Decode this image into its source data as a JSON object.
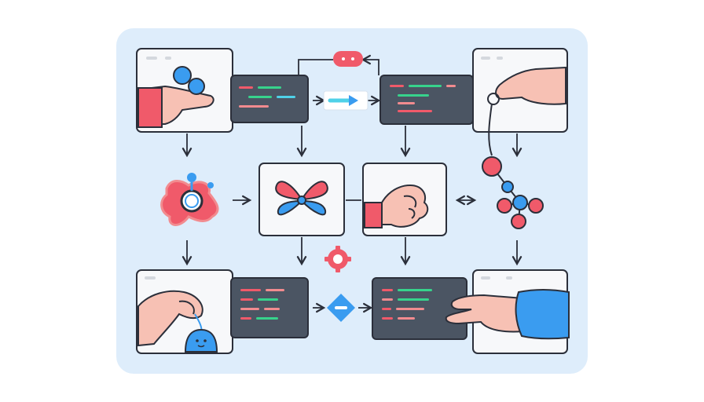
{
  "diagram": {
    "panel_color": "#deedfb",
    "colors": {
      "outline": "#2b2f3a",
      "card": "#f7f8fa",
      "code_bg": "#4b5563",
      "red": "#f05a6a",
      "pink": "#f28b8f",
      "blue": "#3a9cf0",
      "cyan": "#4fd1e8",
      "green": "#37d38c",
      "skin": "#f7c1b4"
    },
    "nodes": [
      {
        "id": "hand-holding-balls",
        "icon": "hand-holding-balls-icon",
        "kind": "window-card"
      },
      {
        "id": "code-block-1",
        "icon": "code-snippet-icon",
        "kind": "code-panel"
      },
      {
        "id": "code-block-2",
        "icon": "code-snippet-icon",
        "kind": "code-panel"
      },
      {
        "id": "hand-pulling-string",
        "icon": "hand-pulling-string-icon",
        "kind": "window-card"
      },
      {
        "id": "blob-with-ring",
        "icon": "blob-ring-icon",
        "kind": "loose-icon"
      },
      {
        "id": "bow-tie",
        "icon": "bow-tie-icon",
        "kind": "card"
      },
      {
        "id": "hand-grabbing",
        "icon": "grabbing-hand-icon",
        "kind": "card"
      },
      {
        "id": "molecule",
        "icon": "molecule-icon",
        "kind": "loose-icon"
      },
      {
        "id": "hand-with-blob",
        "icon": "hand-with-blob-icon",
        "kind": "window-card"
      },
      {
        "id": "code-block-3",
        "icon": "code-snippet-icon",
        "kind": "code-panel"
      },
      {
        "id": "code-block-4",
        "icon": "code-snippet-icon",
        "kind": "code-panel"
      },
      {
        "id": "pointing-hand",
        "icon": "pointing-hand-icon",
        "kind": "window-card"
      }
    ],
    "extra_icons": [
      "loop-pill-icon",
      "gear-icon",
      "diamond-icon",
      "arrow-right-icon"
    ]
  }
}
